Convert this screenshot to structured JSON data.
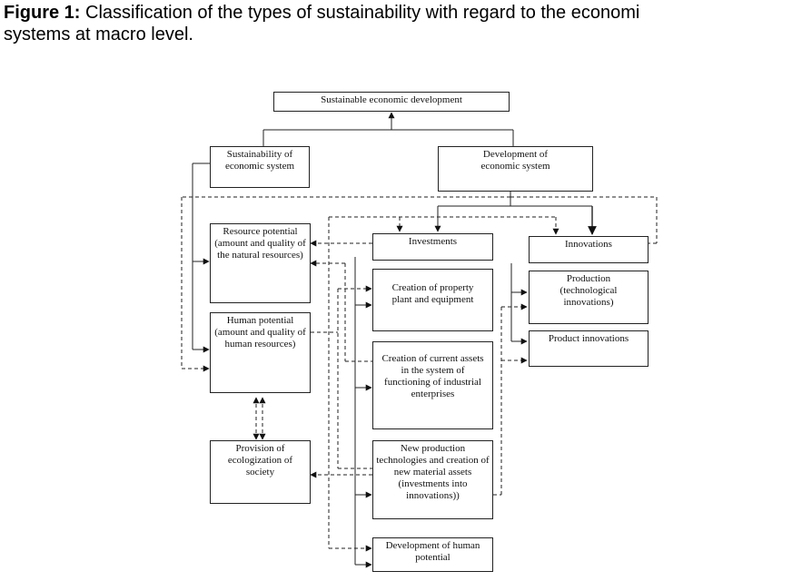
{
  "caption": {
    "label": "Figure 1:",
    "text": " Classification of the types of sustainability with regard to the economi",
    "line2": "systems at macro level."
  },
  "nodes": {
    "sustainable": "Sustainable economic development",
    "sust_system": "Sustainability of economic system",
    "dev_system": "Development of economic system",
    "resource": "Resource potential (amount and quality of the natural resources)",
    "human": "Human potential (amount and quality of human resources)",
    "ecolog": "Provision of ecologization of society",
    "investments": "Investments",
    "innovations": "Innovations",
    "property": "Creation of property plant and equipment",
    "current": "Creation of current assets in the system of functioning of industrial enterprises",
    "newprod": "New production technologies and creation of new material assets (investments into innovations))",
    "devhuman": "Development of human potential",
    "production": "Production (technological innovations)",
    "product": "Product innovations"
  }
}
